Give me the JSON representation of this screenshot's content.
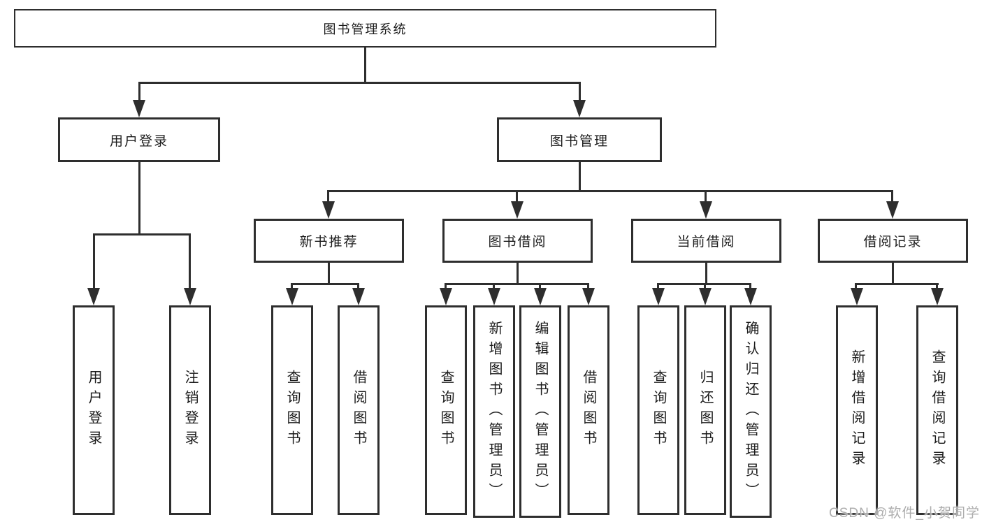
{
  "nodes": {
    "root": "图书管理系统",
    "userLogin": "用户登录",
    "bookMgmt": "图书管理",
    "newBookRec": "新书推荐",
    "bookBorrow": "图书借阅",
    "currentBorrow": "当前借阅",
    "borrowRecords": "借阅记录",
    "leafUserLogin": "用户登录",
    "leafLogout": "注销登录",
    "leafQueryBooksRec": "查询图书",
    "leafBorrowBooksRec": "借阅图书",
    "leafQueryBooksBorrow": "查询图书",
    "leafAddBook": "新增图书（管理员）",
    "leafEditBook": "编辑图书（管理员）",
    "leafBorrowBooksBorrow": "借阅图书",
    "leafQueryBooksCurrent": "查询图书",
    "leafReturnBook": "归还图书",
    "leafConfirmReturn": "确认归还（管理员）",
    "leafAddBorrowRecord": "新增借阅记录",
    "leafQueryBorrowRecord": "查询借阅记录"
  },
  "watermark": "CSDN @软件_小贺同学",
  "colors": {
    "line": "#2e2e2e",
    "text": "#1c1c1c",
    "watermark": "#adadad"
  }
}
